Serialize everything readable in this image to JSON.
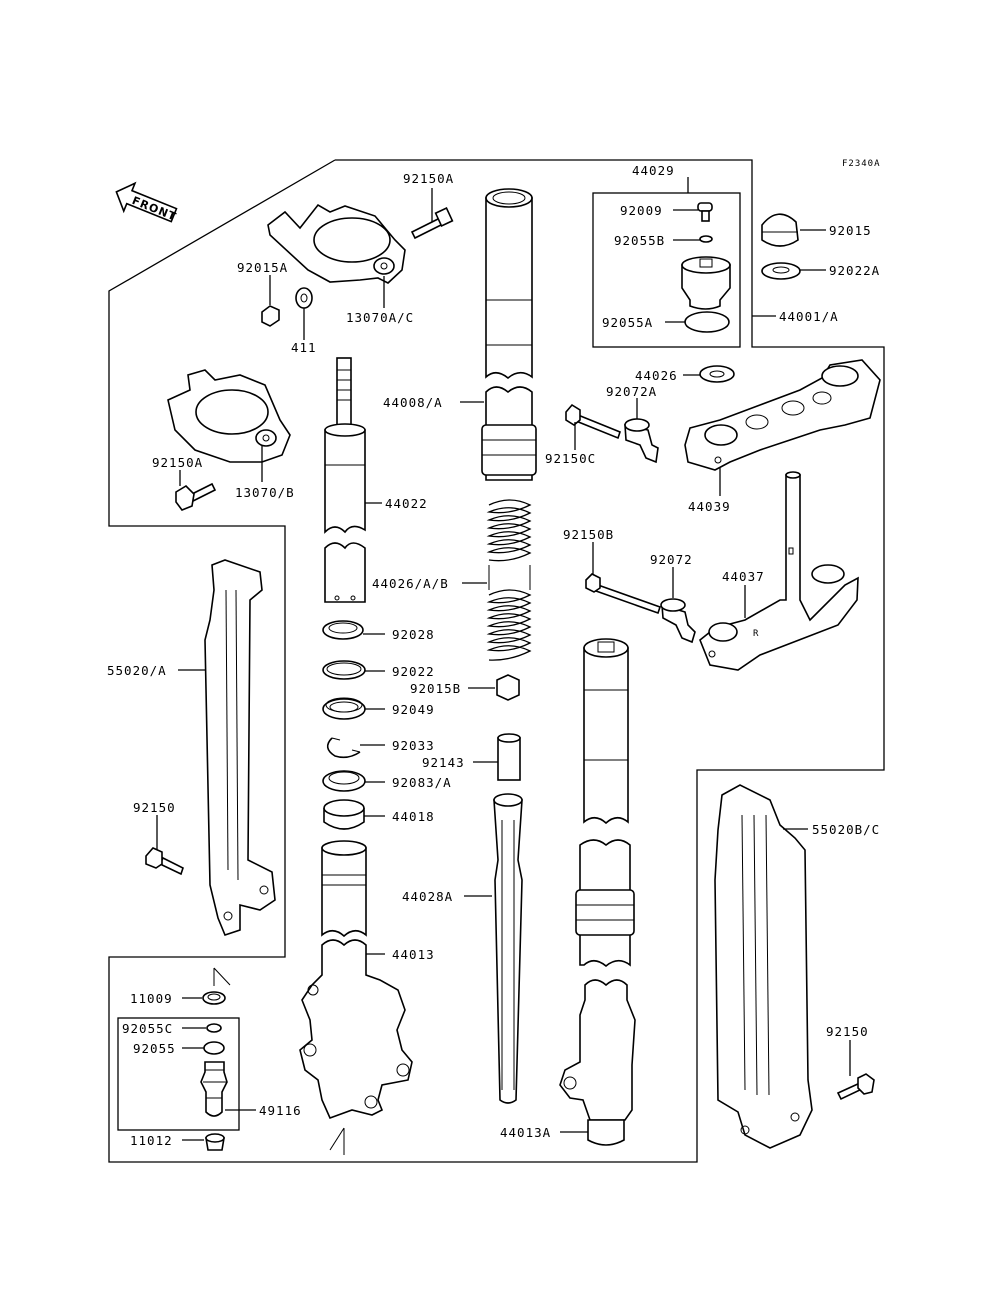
{
  "figure_code": "F2340A",
  "front_label": "FRONT",
  "labels": {
    "p44029": "44029",
    "p92009": "92009",
    "p92055B": "92055B",
    "p92055A": "92055A",
    "p92015": "92015",
    "p92022A": "92022A",
    "p44001A": "44001/A",
    "p92150A_top": "92150A",
    "p92015A": "92015A",
    "p13070AC": "13070A/C",
    "p411": "411",
    "p44008A": "44008/A",
    "p44026": "44026",
    "p92072A": "92072A",
    "p92150C": "92150C",
    "p44039": "44039",
    "p92150A_left": "92150A",
    "p13070B": "13070/B",
    "p44022": "44022",
    "p44026AB": "44026/A/B",
    "p92150B": "92150B",
    "p92072": "92072",
    "p44037": "44037",
    "p55020A": "55020/A",
    "p92028": "92028",
    "p92022": "92022",
    "p92015B": "92015B",
    "p92049": "92049",
    "p92033": "92033",
    "p92143": "92143",
    "p92083A": "92083/A",
    "p44018": "44018",
    "p92150_left": "92150",
    "p55020BC": "55020B/C",
    "p44028A": "44028A",
    "p44013": "44013",
    "p11009": "11009",
    "p92055C": "92055C",
    "p92055": "92055",
    "p49116": "49116",
    "p11012": "11012",
    "p44013A": "44013A",
    "p92150_right": "92150"
  }
}
